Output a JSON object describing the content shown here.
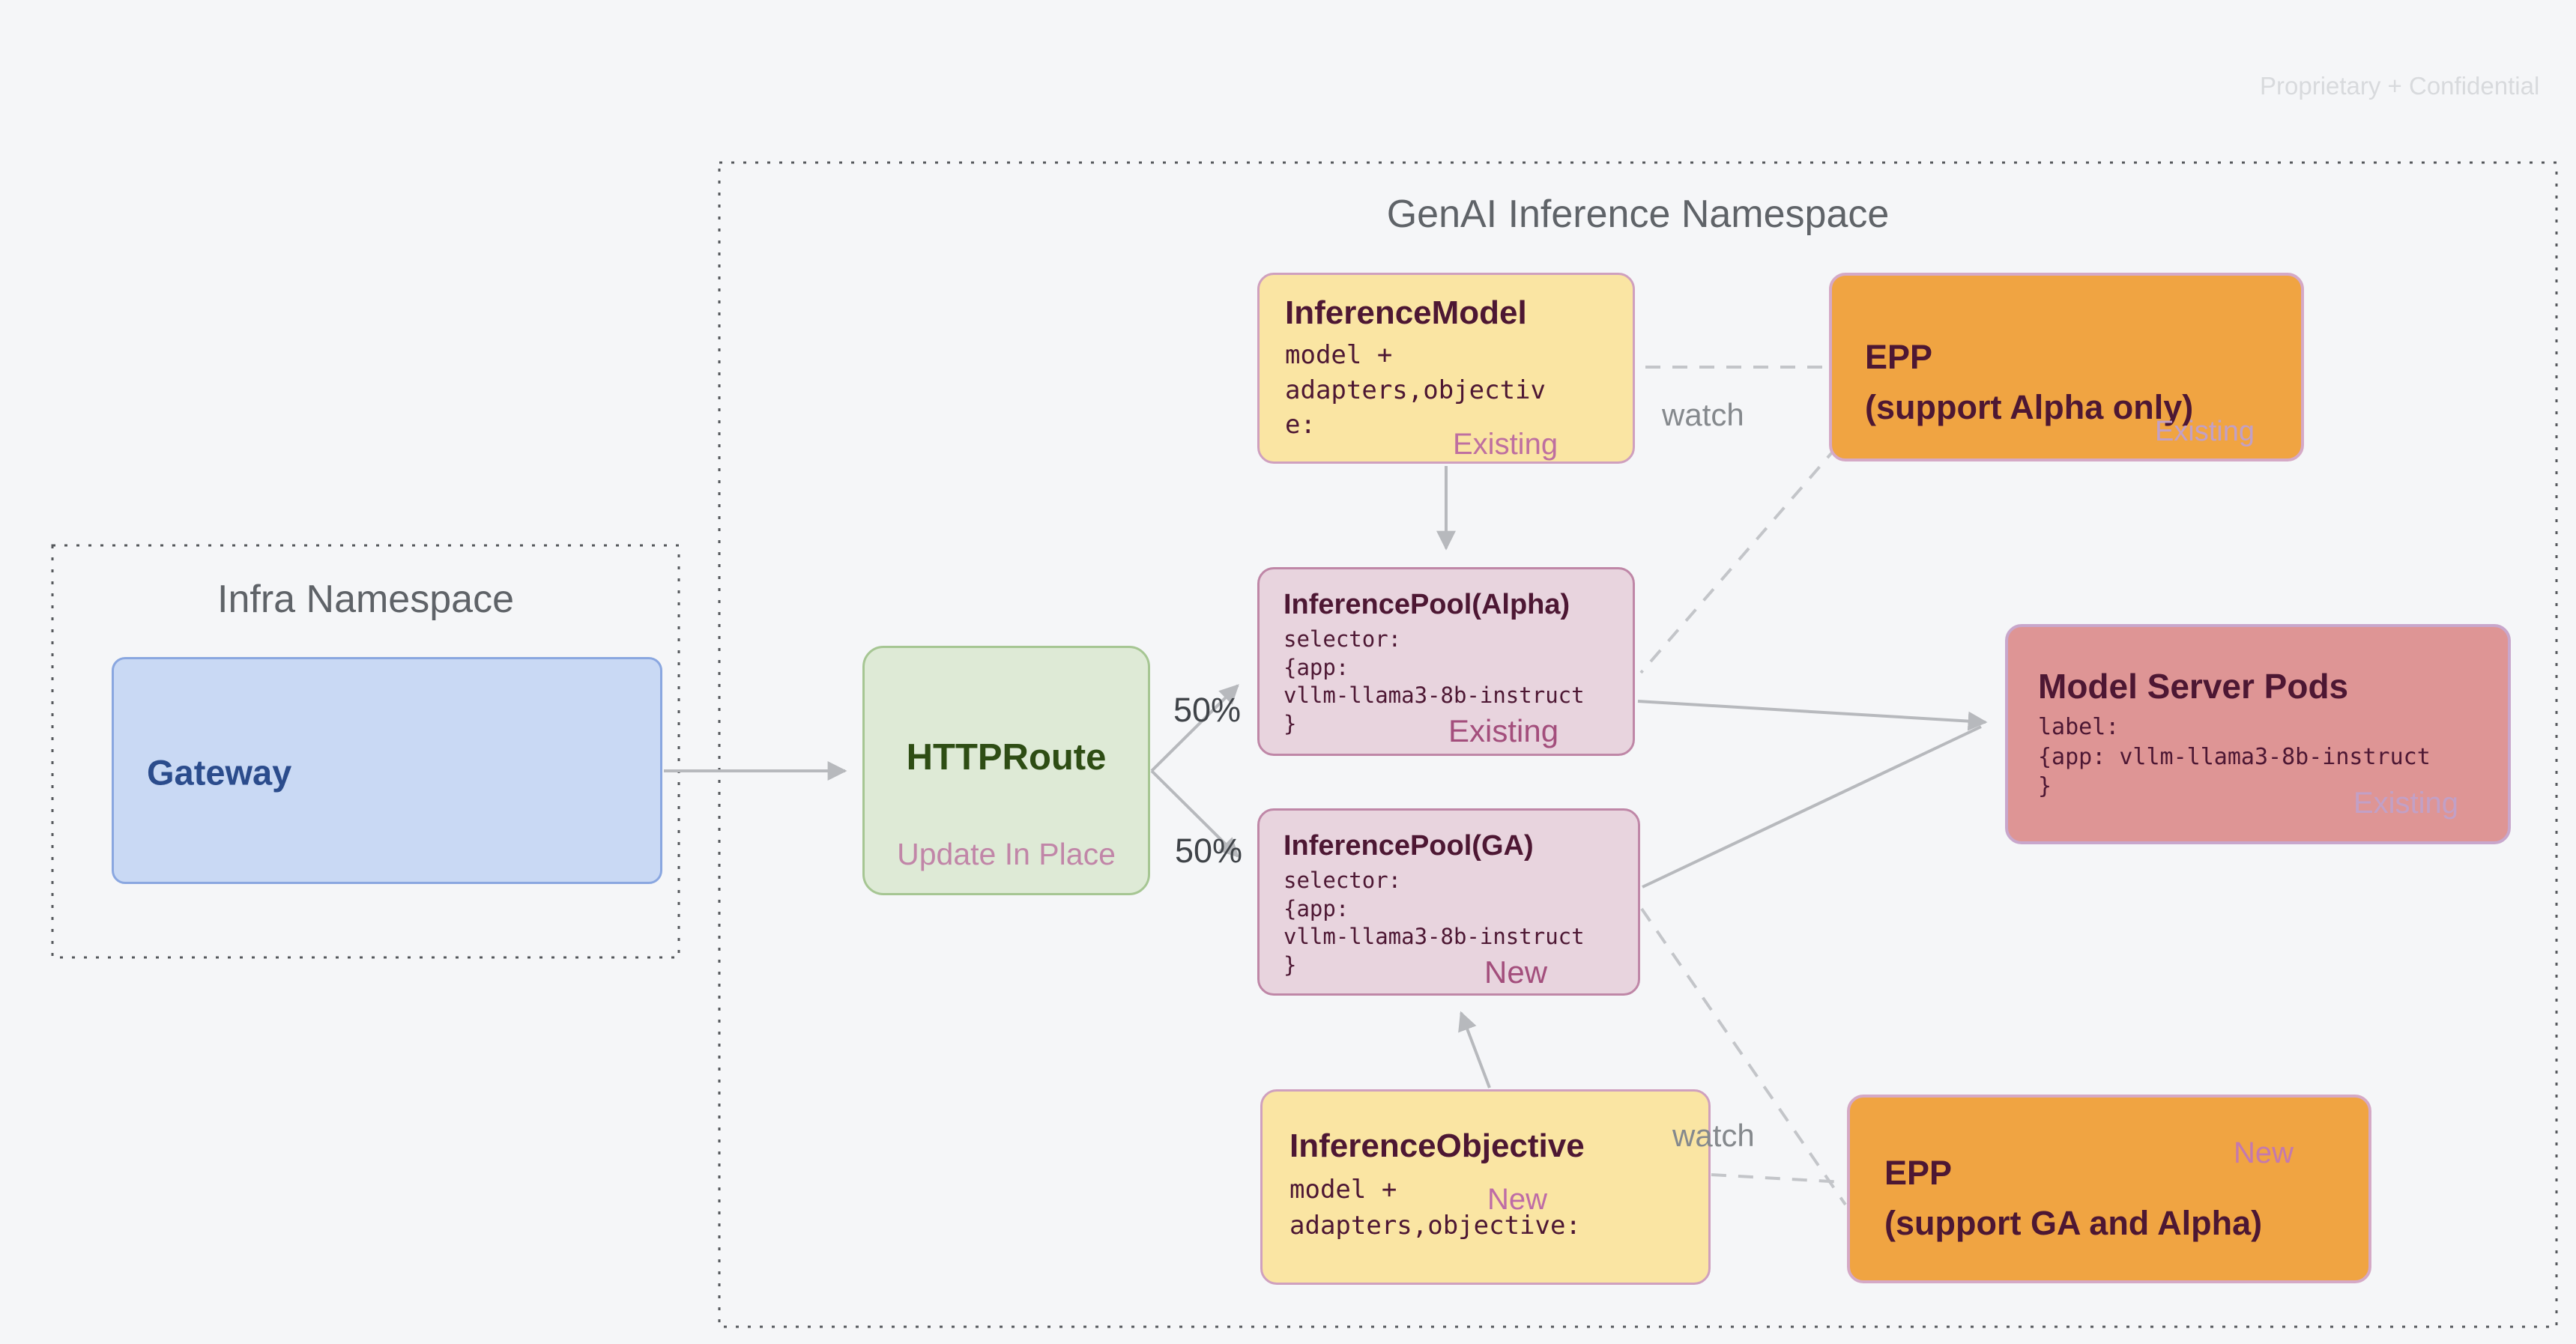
{
  "page": {
    "watermark": "Proprietary + Confidential"
  },
  "namespaces": {
    "infra": {
      "title": "Infra Namespace"
    },
    "genai": {
      "title": "GenAI Inference Namespace"
    }
  },
  "nodes": {
    "gateway": {
      "title": "Gateway"
    },
    "httproute": {
      "title": "HTTPRoute",
      "subtitle": "Update In Place"
    },
    "inference_model": {
      "title": "InferenceModel",
      "code": "model +\nadapters,objectiv\ne:",
      "badge": "Existing"
    },
    "epp_alpha": {
      "title_line1": "EPP",
      "title_line2": "(support Alpha only)",
      "badge": "Existing"
    },
    "pool_alpha": {
      "title": "InferencePool(Alpha)",
      "code": "selector:\n{app:\nvllm-llama3-8b-instruct\n}",
      "badge": "Existing"
    },
    "pool_ga": {
      "title": "InferencePool(GA)",
      "code": "selector:\n{app:\nvllm-llama3-8b-instruct\n}",
      "badge": "New"
    },
    "model_server_pods": {
      "title": "Model Server Pods",
      "code": "label:\n{app: vllm-llama3-8b-instruct\n}",
      "badge": "Existing"
    },
    "inference_objective": {
      "title": "InferenceObjective",
      "code_line1": "model +",
      "code_line2": "adapters,objective:",
      "badge": "New"
    },
    "epp_ga": {
      "title_line1": "EPP",
      "title_line2": "(support GA and Alpha)",
      "badge": "New"
    }
  },
  "edge_labels": {
    "split_top": "50%",
    "split_bottom": "50%",
    "watch_top": "watch",
    "watch_bottom": "watch"
  },
  "colors": {
    "background": "#F5F6F8",
    "gateway_fill": "#C9D9F4",
    "gateway_border": "#8AA7E0",
    "gateway_text": "#2B4C8C",
    "httproute_fill": "#DEEAD6",
    "httproute_border": "#A6C693",
    "httproute_text": "#2E4D14",
    "yellow_fill": "#FAE5A3",
    "yellow_border": "#CFA0BE",
    "pool_fill": "#E8D4DE",
    "pool_border": "#BF87A7",
    "epp_fill": "#F0A442",
    "epp_border": "#D5A9C6",
    "msp_fill": "#DE9595",
    "msp_border": "#C8A7CC",
    "maroon_text": "#4D1733",
    "badge_pink": "#BE6FA0",
    "badge_dark_pink": "#A34E7C",
    "badge_lavender": "#C2A0C6",
    "update_in_place": "#C186A8",
    "arrow_gray": "#B7B9BD",
    "dashed_gray": "#C3C5C9",
    "namespace_title": "#5F6368",
    "watermark": "#D8DADD"
  }
}
